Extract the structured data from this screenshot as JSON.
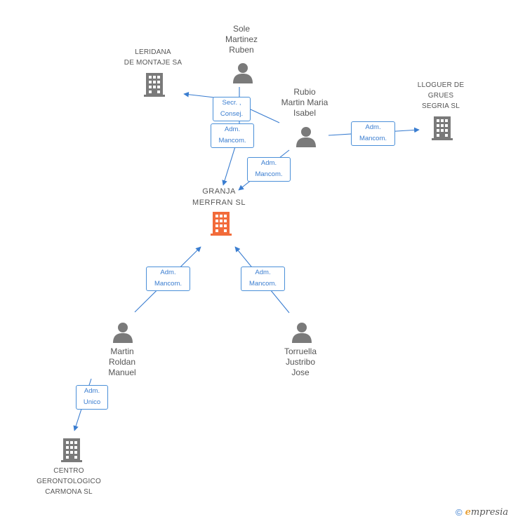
{
  "colors": {
    "link": "#3a7dd0",
    "person_icon": "#7a7a7a",
    "company_icon": "#7a7a7a",
    "central_icon": "#f26b3a",
    "label": "#555555"
  },
  "nodes": {
    "central": {
      "label": "GRANJA\nMERFRAN SL",
      "icon": "building-icon"
    },
    "leridana": {
      "label": "LERIDANA\nDE MONTAJE SA",
      "icon": "building-icon"
    },
    "lloguer": {
      "label": "LLOGUER DE\nGRUES\nSEGRIA SL",
      "icon": "building-icon"
    },
    "centro": {
      "label": "CENTRO\nGERONTOLOGICO\nCARMONA SL",
      "icon": "building-icon"
    },
    "sole": {
      "label": "Sole\nMartinez\nRuben",
      "icon": "person-icon"
    },
    "rubio": {
      "label": "Rubio\nMartin Maria\nIsabel",
      "icon": "person-icon"
    },
    "martin": {
      "label": "Martin\nRoldan\nManuel",
      "icon": "person-icon"
    },
    "torruella": {
      "label": "Torruella\nJustribo\nJose",
      "icon": "person-icon"
    }
  },
  "edges": {
    "sole_leridana": "Secr. ,\nConsej.",
    "sole_central": "Adm.\nMancom.",
    "rubio_central": "Adm.\nMancom.",
    "rubio_lloguer": "Adm.\nMancom.",
    "martin_central": "Adm.\nMancom.",
    "torruella_central": "Adm.\nMancom.",
    "martin_centro": "Adm.\nUnico"
  },
  "footer": {
    "copyright_symbol": "©",
    "brand_initial": "e",
    "brand_rest": "mpresia"
  }
}
